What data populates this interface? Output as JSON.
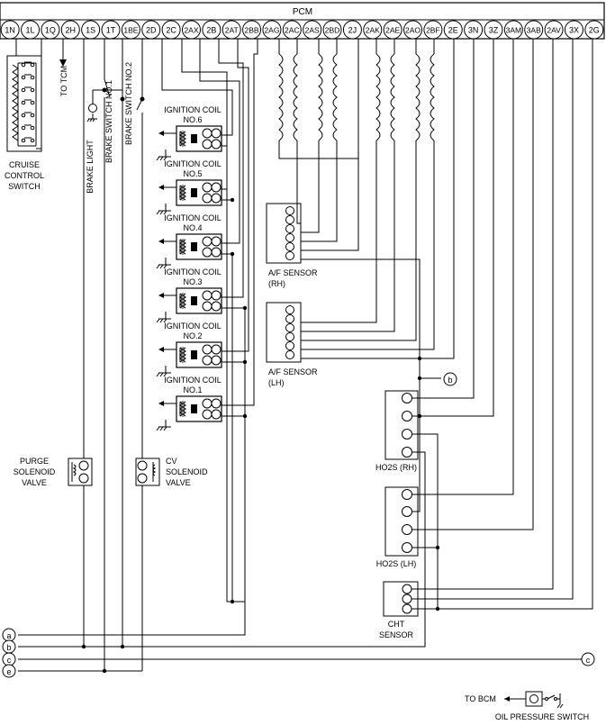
{
  "header": {
    "title": "PCM"
  },
  "pins": [
    "1N",
    "1L",
    "1Q",
    "2H",
    "1S",
    "1T",
    "1BE",
    "2D",
    "2C",
    "2AX",
    "2B",
    "2AT",
    "2BB",
    "2AG",
    "2AC",
    "2AS",
    "2BD",
    "2J",
    "2AK",
    "2AE",
    "2AO",
    "2BF",
    "2E",
    "3N",
    "3Z",
    "3AM",
    "3AB",
    "2AV",
    "3X",
    "2G"
  ],
  "components": {
    "cruise": {
      "line1": "CRUISE",
      "line2": "CONTROL",
      "line3": "SWITCH"
    },
    "to_tcm": "TO TCM",
    "brake_light": "BRAKE LIGHT",
    "brake_switch_1": "BRAKE SWITCH NO.1",
    "brake_switch_2": "BRAKE SWITCH NO.2",
    "coil_title": "IGNITION COIL",
    "coil_numbers": [
      "NO.6",
      "NO.5",
      "NO.4",
      "NO.3",
      "NO.2",
      "NO.1"
    ],
    "af_rh": {
      "line1": "A/F SENSOR",
      "line2": "(RH)"
    },
    "af_lh": {
      "line1": "A/F SENSOR",
      "line2": "(LH)"
    },
    "ho2s_rh": "HO2S (RH)",
    "ho2s_lh": "HO2S (LH)",
    "cht": {
      "line1": "CHT",
      "line2": "SENSOR"
    },
    "purge": {
      "line1": "PURGE",
      "line2": "SOLENOID",
      "line3": "VALVE"
    },
    "cv": {
      "line1": "CV",
      "line2": "SOLENOID",
      "line3": "VALVE"
    },
    "to_bcm": "TO BCM",
    "oil_pressure": "OIL PRESSURE SWITCH"
  },
  "connectors": {
    "a": "a",
    "b": "b",
    "c": "c",
    "e": "e"
  }
}
